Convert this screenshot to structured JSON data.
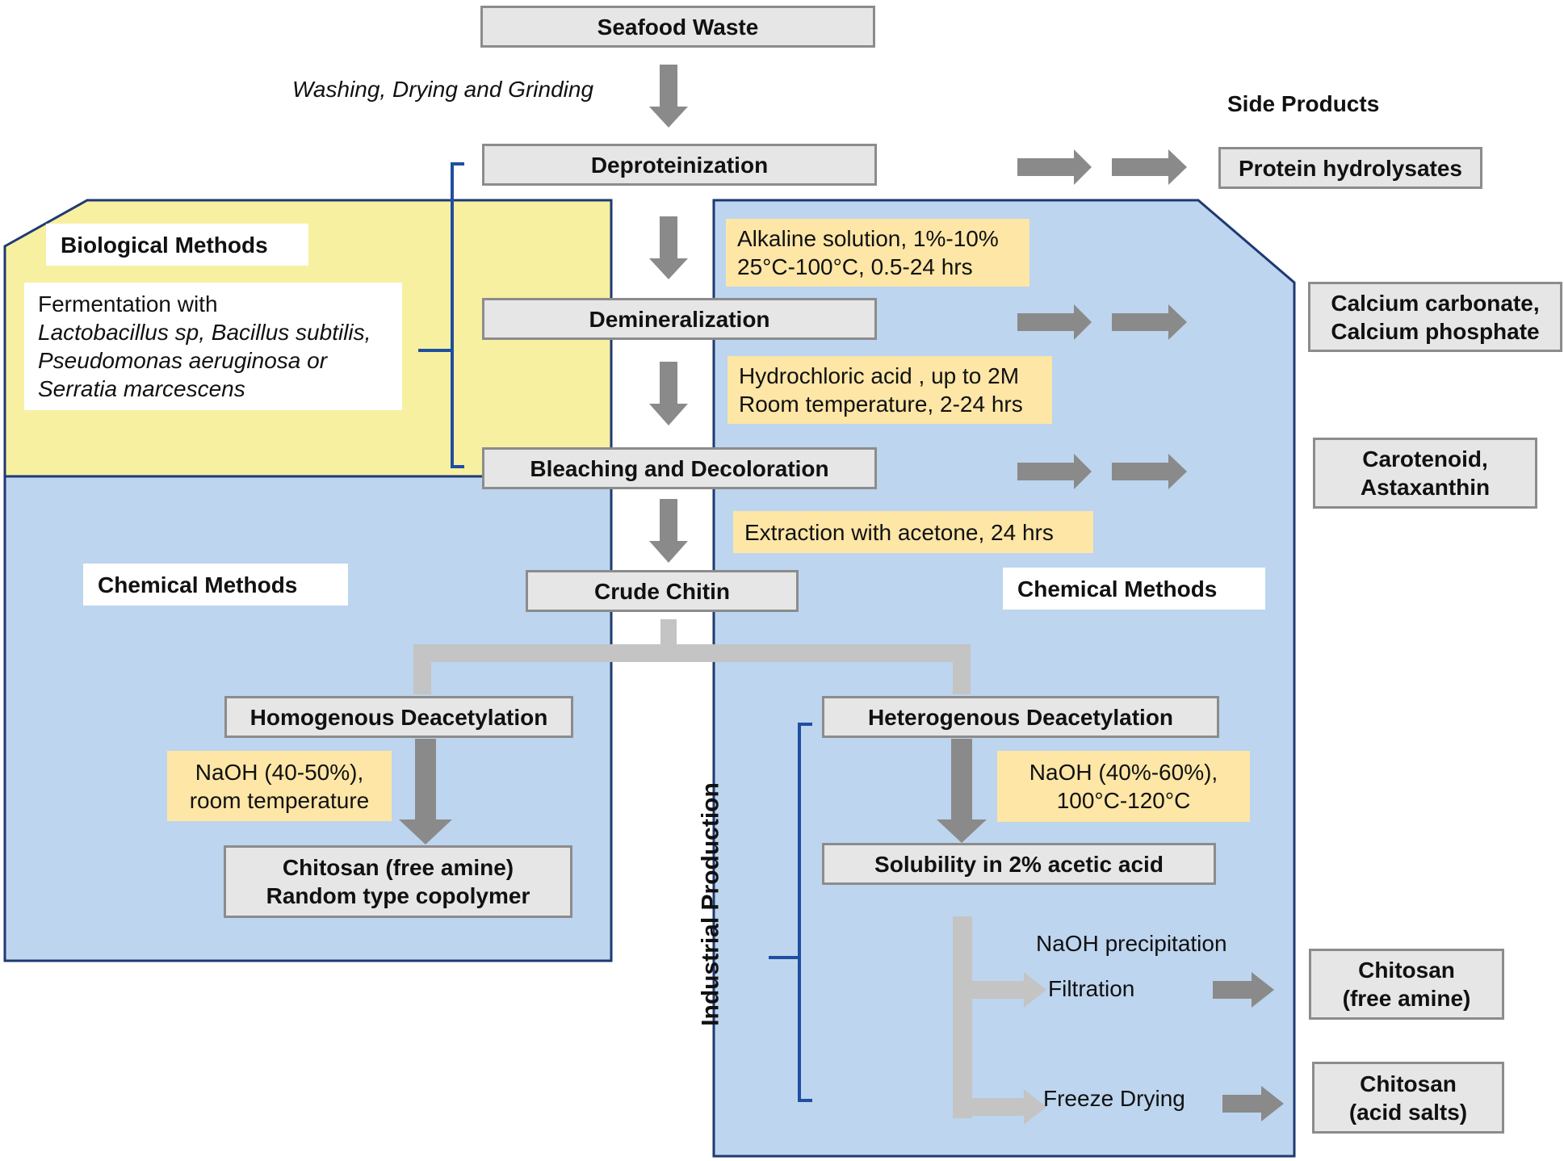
{
  "title": "",
  "steps": {
    "seafood_waste": "Seafood Waste",
    "washing": "Washing, Drying and Grinding",
    "deproteinization": "Deproteinization",
    "demineralization": "Demineralization",
    "bleaching": "Bleaching and Decoloration",
    "crude_chitin": "Crude Chitin",
    "homogenous": "Homogenous Deacetylation",
    "heterogenous": "Heterogenous Deacetylation",
    "chitosan_random_line1": "Chitosan (free amine)",
    "chitosan_random_line2": "Random type copolymer",
    "solubility": "Solubility in 2% acetic acid",
    "naoh_precipitation": "NaOH precipitation",
    "filtration": "Filtration",
    "freeze_drying": "Freeze Drying"
  },
  "conditions": {
    "alkaline_line1": "Alkaline solution, 1%-10%",
    "alkaline_line2": "25°C-100°C, 0.5-24 hrs",
    "hcl_line1": "Hydrochloric acid , up to 2M",
    "hcl_line2": "Room temperature, 2-24 hrs",
    "acetone": "Extraction with acetone, 24 hrs",
    "naoh_homo_line1": "NaOH (40-50%),",
    "naoh_homo_line2": "room temperature",
    "naoh_hetero_line1": "NaOH (40%-60%),",
    "naoh_hetero_line2": "100°C-120°C"
  },
  "biological": {
    "header": "Biological Methods",
    "line1": "Fermentation with",
    "line2": "Lactobacillus sp, Bacillus subtilis,",
    "line3": "Pseudomonas aeruginosa or",
    "line4": "Serratia marcescens"
  },
  "chemical_left_header": "Chemical Methods",
  "chemical_right_header": "Chemical Methods",
  "industrial_production": "Industrial Production",
  "side_products": {
    "header": "Side Products",
    "protein": "Protein hydrolysates",
    "calcium_line1": "Calcium carbonate,",
    "calcium_line2": "Calcium phosphate",
    "carotenoid_line1": "Carotenoid,",
    "carotenoid_line2": "Astaxanthin",
    "chitosan_free_line1": "Chitosan",
    "chitosan_free_line2": "(free amine)",
    "chitosan_salt_line1": "Chitosan",
    "chitosan_salt_line2": "(acid salts)"
  },
  "colors": {
    "biological_bg": "#f7f0a1",
    "chemical_bg": "#bdd5ee",
    "panel_border": "#1f3a73",
    "bracket": "#1f4fa0",
    "condition_bg": "#fde6a6",
    "step_bg": "#e6e6e6",
    "arrow_dark": "#8a8a8a",
    "arrow_light": "#c4c4c4"
  }
}
